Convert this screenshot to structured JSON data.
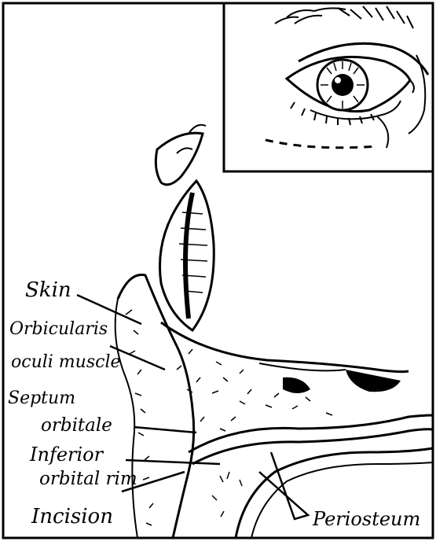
{
  "labels": {
    "skin": "Skin",
    "orbicularis_line1": "Orbicularis",
    "orbicularis_line2": "oculi muscle",
    "septum_line1": "Septum",
    "septum_line2": "orbitale",
    "inferior_line1": "Inferior",
    "inferior_line2": "orbital rim",
    "incision": "Incision",
    "periosteum": "Periosteum"
  },
  "colors": {
    "ink": "#000000",
    "paper": "#ffffff"
  }
}
